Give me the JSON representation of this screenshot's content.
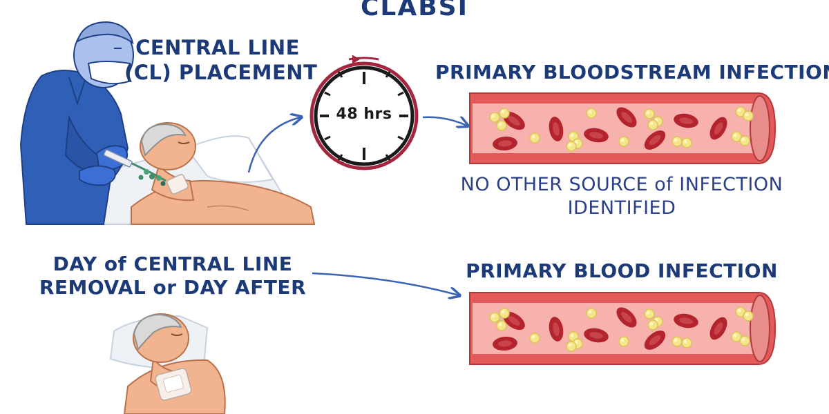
{
  "title": "CLABSI",
  "left_top": {
    "label_line1": "CENTRAL LINE",
    "label_line2": "(CL) PLACEMENT"
  },
  "clock": {
    "label": "48 hrs"
  },
  "right_top": {
    "title": "PRIMARY BLOODSTREAM INFECTION",
    "note_line1": "NO OTHER SOURCE of INFECTION",
    "note_line2": "IDENTIFIED"
  },
  "left_bottom": {
    "label_line1": "DAY of CENTRAL LINE",
    "label_line2": "REMOVAL or DAY AFTER"
  },
  "right_bottom": {
    "title": "PRIMARY BLOOD INFECTION"
  },
  "colors": {
    "text": "#1c3a78",
    "arrow": "#3b63b5",
    "vessel_outer": "#e45a5a",
    "vessel_inner": "#f7b2ae",
    "rbc": "#b3242e",
    "bacteria": "#f6e68a",
    "clock_ring": "#a3253e",
    "scrubs": "#2f5fb6",
    "skin": "#f2b48e"
  }
}
